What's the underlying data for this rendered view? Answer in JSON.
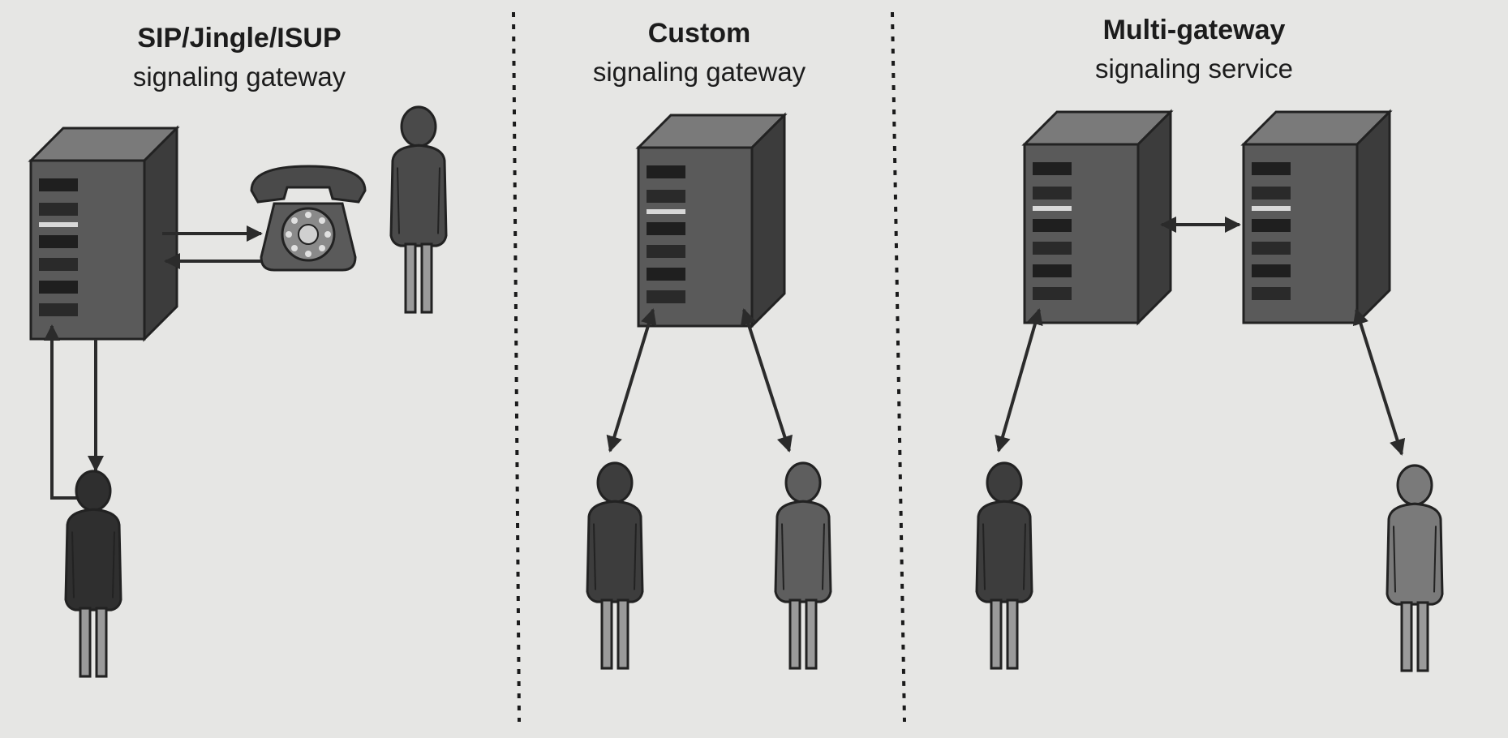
{
  "panels": [
    {
      "title": "SIP/Jingle/ISUP",
      "subtitle": "signaling gateway"
    },
    {
      "title": "Custom",
      "subtitle": "signaling gateway"
    },
    {
      "title": "Multi-gateway",
      "subtitle": "signaling service"
    }
  ],
  "colors": {
    "background": "#e6e6e4",
    "server_front": "#5a5a5a",
    "server_side": "#3c3c3c",
    "person_dark": "#3d3d3d",
    "person_mid": "#5e5e5e",
    "person_light": "#8a8a8a",
    "arrow": "#2b2b2b",
    "divider": "#1a1a1a"
  },
  "icons": [
    "server-icon",
    "telephone-icon",
    "person-icon",
    "bidirectional-arrow-icon"
  ]
}
